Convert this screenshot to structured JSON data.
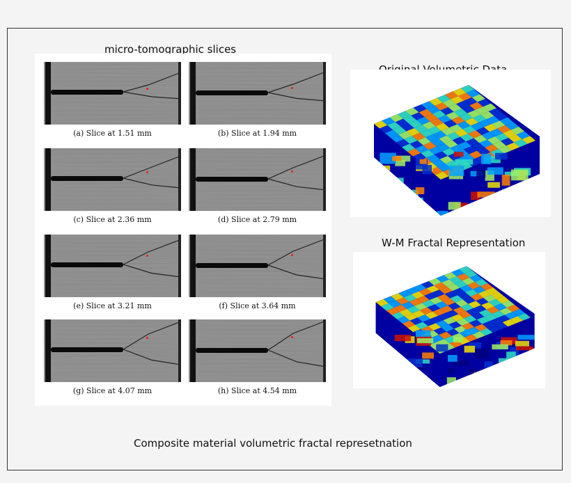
{
  "titles": {
    "slices": "micro-tomographic slices",
    "original": "Original Volumetric Data",
    "fractal": "W-M Fractal Representation"
  },
  "caption": "Composite material volumetric fractal represetnation",
  "slices": [
    {
      "label": "(a) Slice at 1.51 mm"
    },
    {
      "label": "(b) Slice at 1.94 mm"
    },
    {
      "label": "(c) Slice at 2.36 mm"
    },
    {
      "label": "(d) Slice at 2.79 mm"
    },
    {
      "label": "(e) Slice at 3.21 mm"
    },
    {
      "label": "(f) Slice at 3.64 mm"
    },
    {
      "label": "(g) Slice at 4.07 mm"
    },
    {
      "label": "(h) Slice at 4.54 mm"
    }
  ],
  "colors": {
    "frame_background": "#f4f4f4",
    "slice_gray": "#8f8f8f",
    "colormap": [
      "#00007f",
      "#0030d0",
      "#00a0ff",
      "#30e0c0",
      "#a0f060",
      "#f0e000",
      "#ff8000",
      "#d01000"
    ]
  }
}
